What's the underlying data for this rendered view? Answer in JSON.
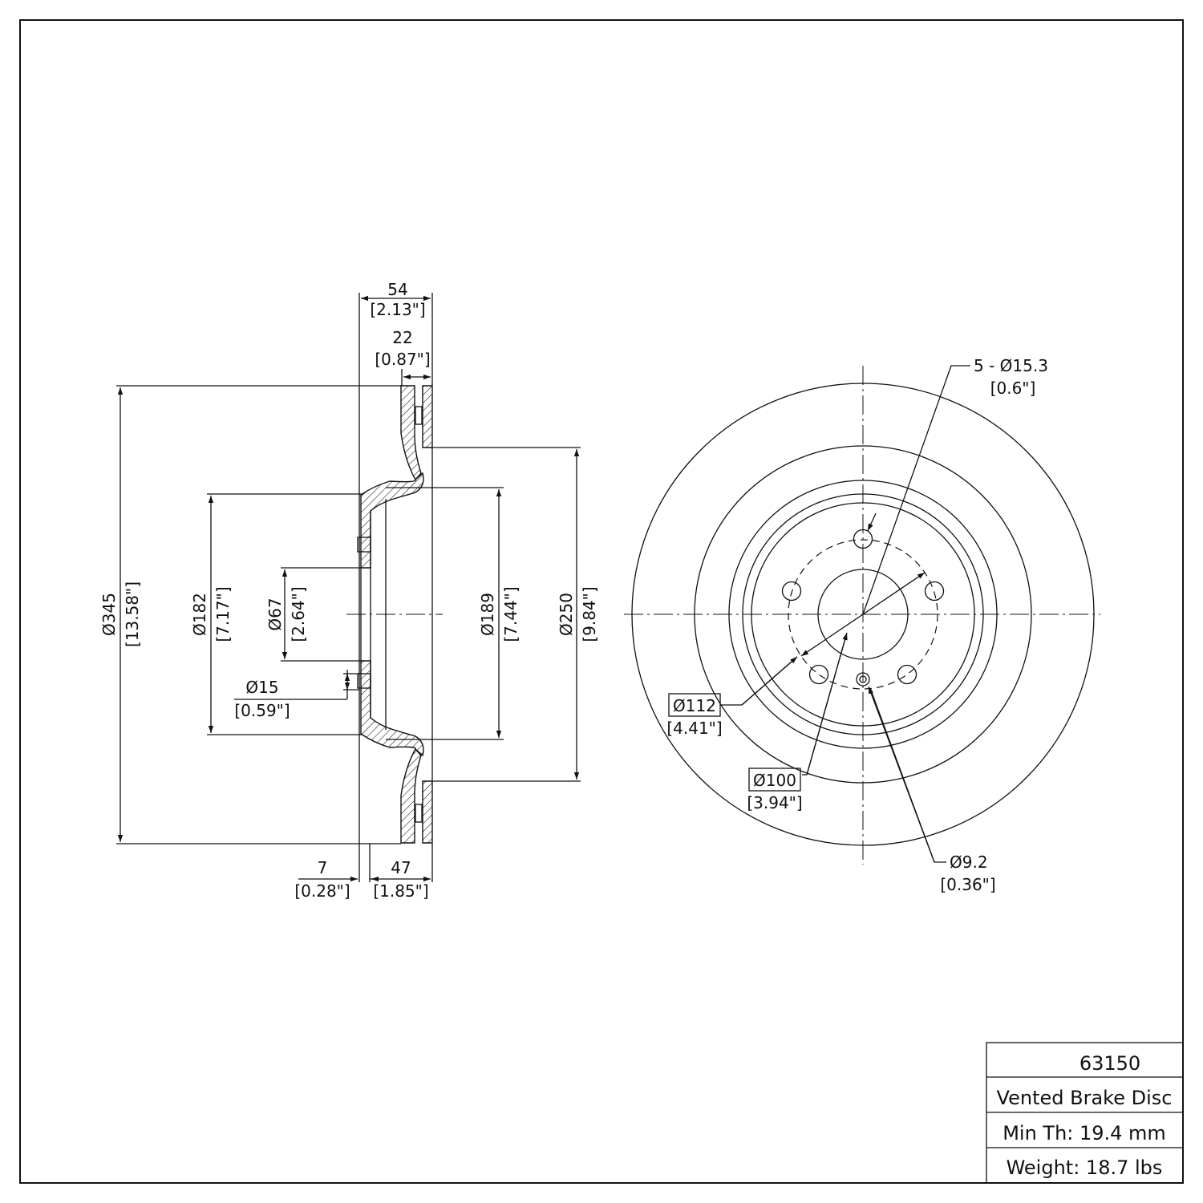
{
  "side_view": {
    "overall_width": {
      "mm": "54",
      "in": "[2.13\"]"
    },
    "friction_width": {
      "mm": "22",
      "in": "[0.87\"]"
    },
    "outer_diameter": {
      "mm": "Ø345",
      "in": "[13.58\"]"
    },
    "hat_diameter": {
      "mm": "Ø182",
      "in": "[7.17\"]"
    },
    "center_bore": {
      "mm": "Ø67",
      "in": "[2.64\"]"
    },
    "small_hole": {
      "mm": "Ø15",
      "in": "[0.59\"]"
    },
    "inner_diameter": {
      "mm": "Ø189",
      "in": "[7.44\"]"
    },
    "swept_inner": {
      "mm": "Ø250",
      "in": "[9.84\"]"
    },
    "hat_thickness": {
      "mm": "7",
      "in": "[0.28\"]"
    },
    "offset": {
      "mm": "47",
      "in": "[1.85\"]"
    }
  },
  "front_view": {
    "bolt_holes": {
      "mm": "5 - Ø15.3",
      "in": "[0.6\"]"
    },
    "bolt_circle_a": {
      "mm": "Ø112",
      "in": "[4.41\"]"
    },
    "bolt_circle_b": {
      "mm": "Ø100",
      "in": "[3.94\"]"
    },
    "locating_hole": {
      "mm": "Ø9.2",
      "in": "[0.36\"]"
    }
  },
  "title_block": {
    "part_number": "63150",
    "description": "Vented Brake Disc",
    "min_thickness": "Min Th: 19.4 mm",
    "weight": "Weight: 18.7 lbs"
  }
}
